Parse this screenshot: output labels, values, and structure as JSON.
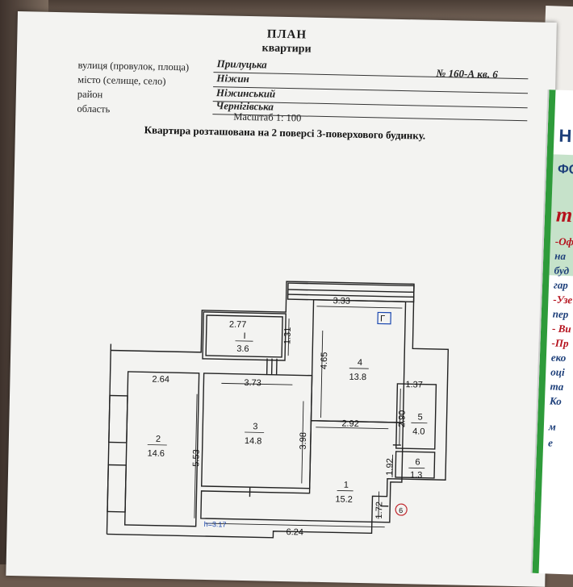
{
  "header": {
    "title": "ПЛАН",
    "subtitle": "квартири"
  },
  "address": {
    "street_label": "вулиця (провулок, площа)",
    "street_value": "Прилуцька",
    "number": "№   160-А кв. 6",
    "city_label": "місто (селище, село)",
    "city_value": "Ніжин",
    "district_label": "район",
    "district_value": "Ніжинський",
    "region_label": "область",
    "region_value": "Чернігівська",
    "scale": "Масштаб 1: 100"
  },
  "location_text": "Квартира розташована на 2 поверсі 3-поверхового будинку.",
  "rooms": [
    {
      "number": "1",
      "area": "15.2"
    },
    {
      "number": "2",
      "area": "14.6"
    },
    {
      "number": "3",
      "area": "14.8"
    },
    {
      "number": "4",
      "area": "13.8"
    },
    {
      "number": "5",
      "area": "4.0"
    },
    {
      "number": "6",
      "area": "1.3"
    },
    {
      "number": "I",
      "area": "3.6"
    }
  ],
  "dimensions": {
    "d333": "3.33",
    "d277": "2.77",
    "d131": "1.31",
    "d465": "4.65",
    "d264": "2.64",
    "d373": "3.73",
    "d137": "1.37",
    "d290": "2.90",
    "d398": "3.98",
    "d292": "2.92",
    "d553": "5.53",
    "d192": "1.92",
    "d172": "1.72",
    "d624": "6.24"
  },
  "marks": {
    "gas": "Г",
    "circle": "6",
    "height": "h=3.17"
  },
  "flyer": {
    "logo": "Н",
    "head": "ФО",
    "big": "т",
    "lines": [
      "-Оф",
      "на ",
      "буд",
      "гар",
      "-Узе",
      "пер",
      "- Ви",
      "-Пр",
      "еко",
      "оці",
      "та",
      "Ко",
      "м",
      "е"
    ]
  },
  "colors": {
    "paper": "#f3f3f1",
    "flyer_green": "#2e9b3a",
    "flyer_red": "#b5111c",
    "flyer_blue": "#1d3f7a",
    "circle_mark": "#c0262c"
  }
}
